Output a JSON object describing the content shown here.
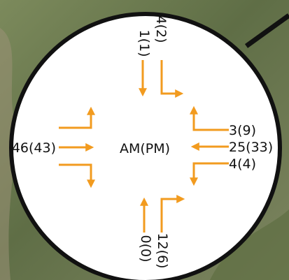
{
  "center_label": "AM(PM)",
  "colors": {
    "arrow": "#f29b1f",
    "circle_fill": "#ffffff",
    "circle_stroke": "#000000"
  },
  "approaches": {
    "north": {
      "right": "4(2)",
      "through": "1(1)"
    },
    "west": {
      "through": "46(43)"
    },
    "east": {
      "left": "3(9)",
      "through": "25(33)",
      "right": "4(4)"
    },
    "south": {
      "right": "12(6)",
      "through": "0(0)"
    }
  }
}
